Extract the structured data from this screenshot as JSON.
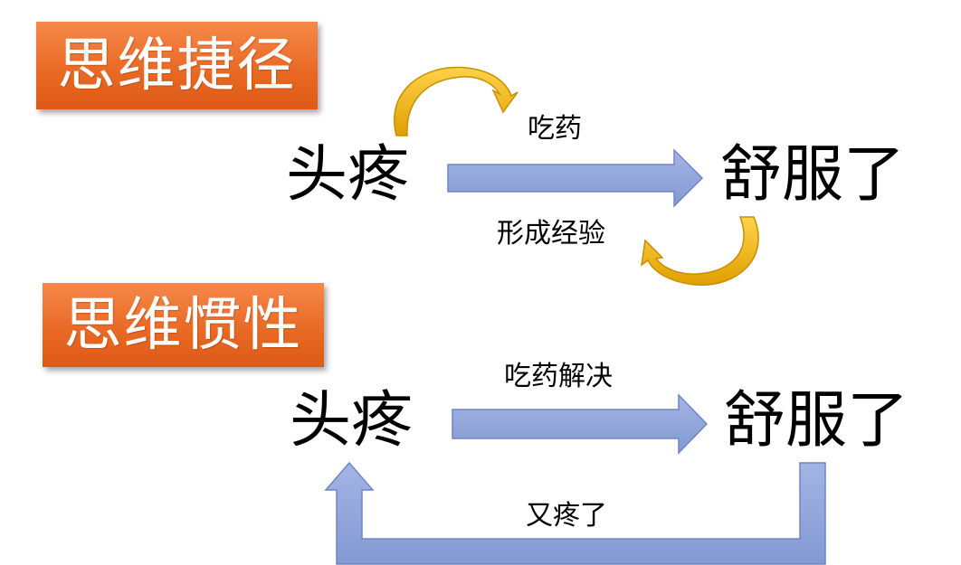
{
  "colors": {
    "title_bg": "#ec7130",
    "arrow_fill": "#8ea3d8",
    "arrow_stroke": "#7a90c9",
    "curved_arrow": "#f0b400"
  },
  "section1": {
    "title": "思维捷径",
    "node_from": "头疼",
    "node_to": "舒服了",
    "arrow_label": "吃药",
    "loop_label": "形成经验"
  },
  "section2": {
    "title": "思维惯性",
    "node_from": "头疼",
    "node_to": "舒服了",
    "arrow_label": "吃药解决",
    "loop_label": "又疼了"
  }
}
